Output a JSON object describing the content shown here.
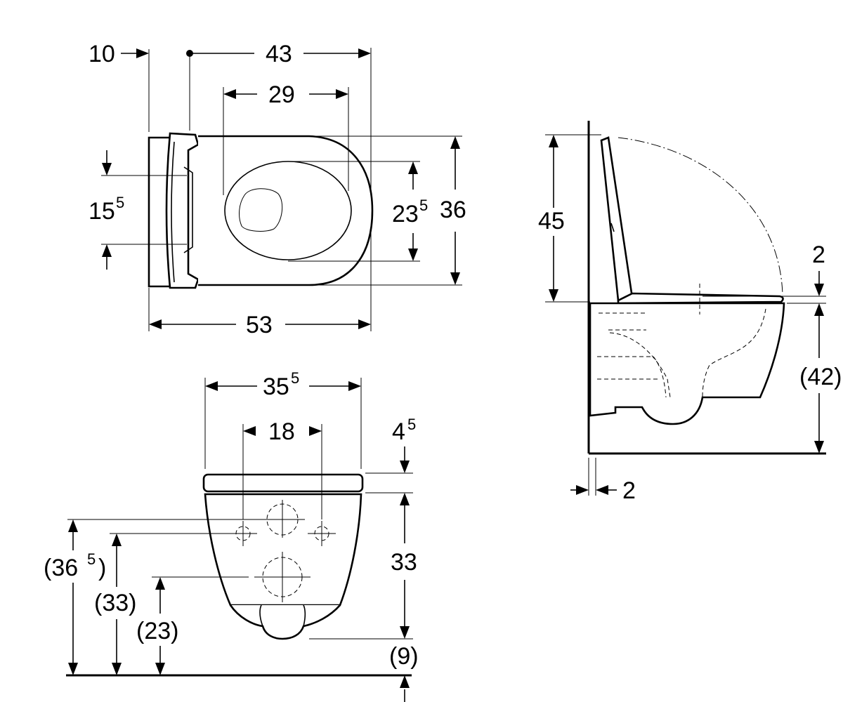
{
  "top_view": {
    "dim_10": "10",
    "dim_43": "43",
    "dim_29": "29",
    "dim_15": "15",
    "dim_15_sup": "5",
    "dim_23": "23",
    "dim_23_sup": "5",
    "dim_36": "36",
    "dim_53": "53"
  },
  "side_view": {
    "dim_45": "45",
    "dim_2_top": "2",
    "dim_42": "(42)",
    "dim_2_bottom": "2"
  },
  "front_view": {
    "dim_35": "35",
    "dim_35_sup": "5",
    "dim_18": "18",
    "dim_4": "4",
    "dim_4_sup": "5",
    "dim_33": "33",
    "dim_9": "(9)",
    "dim_36": "(36",
    "dim_36_sup": "5",
    "dim_36_close": ")",
    "dim_33_left": "(33)",
    "dim_23_left": "(23)"
  }
}
